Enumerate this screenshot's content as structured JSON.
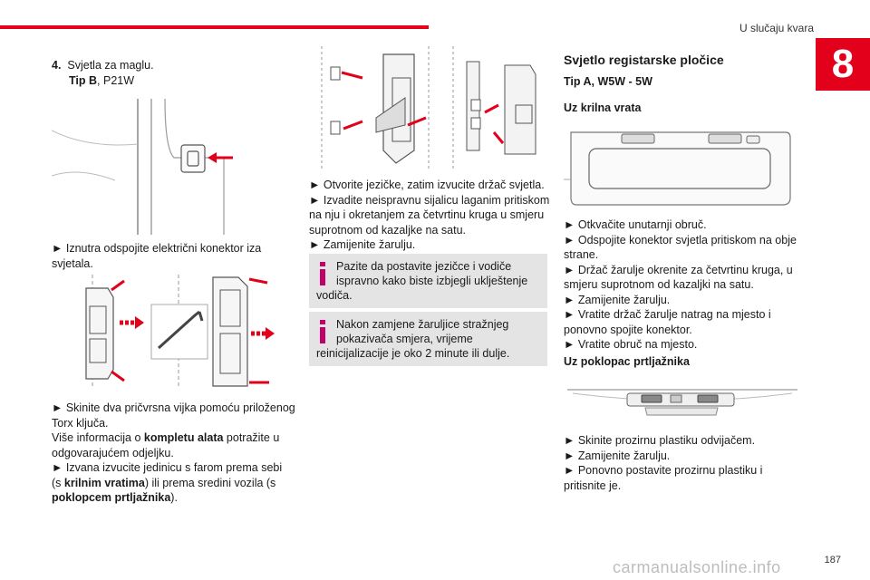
{
  "header": {
    "section_title": "U slučaju kvara",
    "chapter": "8"
  },
  "footer": {
    "page_number": "187",
    "watermark": "carmanualsonline.info"
  },
  "col1": {
    "step_num": "4.",
    "step_title": "Svjetla za maglu.",
    "tip_prefix": "Tip B",
    "tip_suffix": ", P21W",
    "p1_line1": "► Iznutra odspojite električni konektor iza",
    "p1_line2": "svjetala.",
    "p2_l1": "► Skinite dva pričvrsna vijka pomoću priloženog",
    "p2_l2": "Torx ključa.",
    "p2_l3a": "Više informacija o ",
    "p2_l3b": "kompletu alata",
    "p2_l3c": " potražite u",
    "p2_l4": "odgovarajućem odjeljku.",
    "p2_l5": "► Izvana izvucite jedinicu s farom prema sebi",
    "p2_l6a": "(s ",
    "p2_l6b": "krilnim vratima",
    "p2_l6c": ") ili prema sredini vozila (s",
    "p2_l7a": "poklopcem prtljažnika",
    "p2_l7b": ")."
  },
  "col2": {
    "l1": "► Otvorite jezičke, zatim izvucite držač svjetla.",
    "l2": "► Izvadite neispravnu sijalicu laganim pritiskom",
    "l3": "na nju i okretanjem za četvrtinu kruga u smjeru",
    "l4": "suprotnom od kazaljke na satu.",
    "l5": "► Zamijenite žarulju.",
    "note1_l1": "Pazite da postavite jezičce i vodiče",
    "note1_l2": "ispravno kako biste izbjegli uklještenje",
    "note1_l3": "vodiča.",
    "note2_l1": "Nakon zamjene žaruljice stražnjeg",
    "note2_l2": "pokazivača smjera, vrijeme",
    "note2_l3": "reinicijalizacije je oko 2 minute ili dulje."
  },
  "col3": {
    "title": "Svjetlo registarske pločice",
    "subtitle": "Tip A, W5W - 5W",
    "h_doors": "Uz krilna vrata",
    "d1": "► Otkvačite unutarnji obruč.",
    "d2": "► Odspojite konektor svjetla pritiskom na obje",
    "d3": "strane.",
    "d4": "► Držač žarulje okrenite za četvrtinu kruga, u",
    "d5": "smjeru suprotnom od kazaljki na satu.",
    "d6": "► Zamijenite žarulju.",
    "d7": "► Vratite držač žarulje natrag na mjesto i",
    "d8": "ponovno spojite konektor.",
    "d9": "► Vratite obruč na mjesto.",
    "h_tailgate": "Uz poklopac prtljažnika",
    "t1": "► Skinite prozirnu plastiku odvijačem.",
    "t2": "► Zamijenite žarulju.",
    "t3": "► Ponovno postavite prozirnu plastiku i",
    "t4": "pritisnite je."
  },
  "colors": {
    "accent": "#e2001a",
    "note_bg": "#e4e4e4",
    "info_icon": "#c1006b"
  },
  "icons": [
    "info-icon"
  ]
}
